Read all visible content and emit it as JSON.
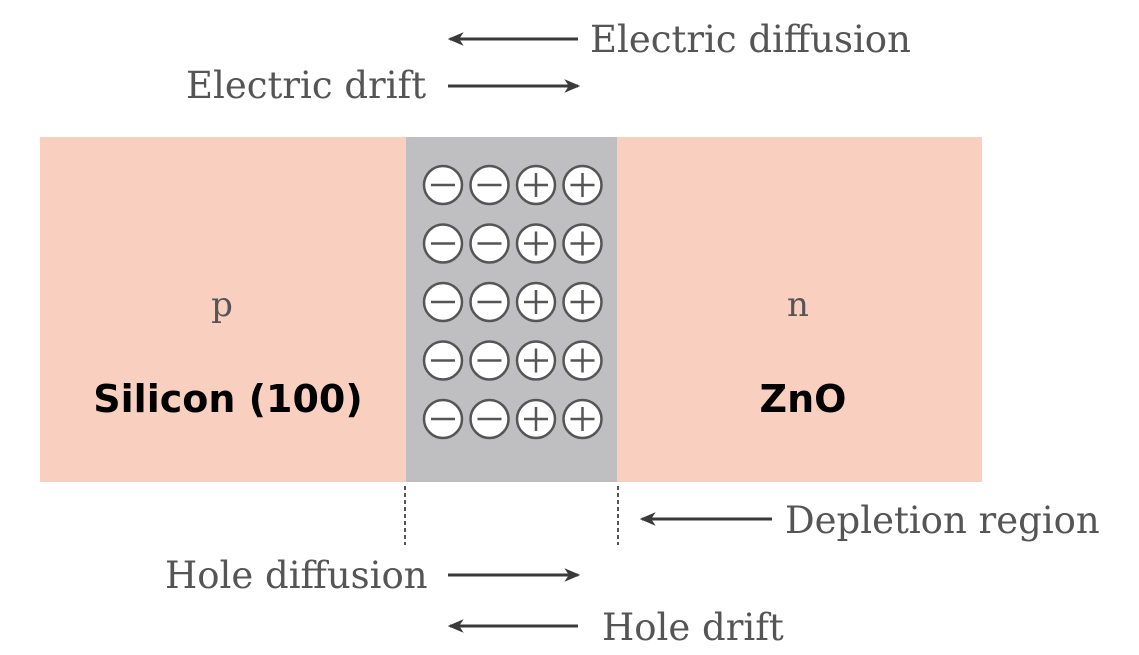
{
  "labels": {
    "electric_diffusion": "Electric diffusion",
    "electric_drift": "Electric drift",
    "p_type": "p",
    "n_type": "n",
    "silicon": "Silicon (100)",
    "zno": "ZnO",
    "depletion_region": "Depletion region",
    "hole_diffusion": "Hole diffusion",
    "hole_drift": "Hole drift"
  },
  "charge_rows": [
    [
      "negative",
      "negative",
      "positive",
      "positive"
    ],
    [
      "negative",
      "negative",
      "positive",
      "positive"
    ],
    [
      "negative",
      "negative",
      "positive",
      "positive"
    ],
    [
      "negative",
      "negative",
      "positive",
      "positive"
    ],
    [
      "negative",
      "negative",
      "positive",
      "positive"
    ]
  ],
  "colors": {
    "p_region": "#f9cfc0",
    "n_region": "#f9cfc0",
    "depletion": "#bfbfc1",
    "ion_fill": "#ffffff",
    "ion_stroke": "#555555",
    "arrow": "#3a3a3a",
    "text": "#555555"
  }
}
